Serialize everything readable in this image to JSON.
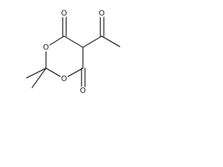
{
  "atoms": {
    "ring_o_left": "O",
    "ring_o_lower": "O",
    "carbonyl_o_top": "O",
    "carbonyl_o_bottom": "O",
    "acetyl_o": "O"
  }
}
